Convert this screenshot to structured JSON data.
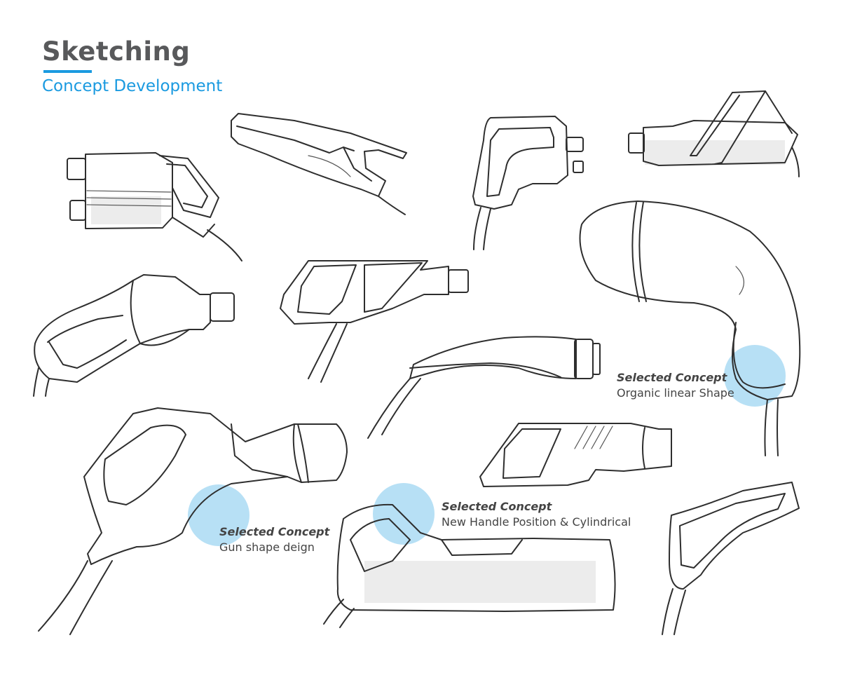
{
  "header": {
    "title": "Sketching",
    "subtitle": "Concept Development"
  },
  "annotations": [
    {
      "heading": "Selected Concept",
      "caption": "Organic linear Shape"
    },
    {
      "heading": "Selected Concept",
      "caption": "New Handle Position & Cylindrical"
    },
    {
      "heading": "Selected Concept",
      "caption": "Gun shape deign"
    }
  ],
  "colors": {
    "title": "#58595b",
    "accent": "#1a9ae0",
    "highlight": "#9fd5f2",
    "stroke": "#2e2e2e"
  }
}
